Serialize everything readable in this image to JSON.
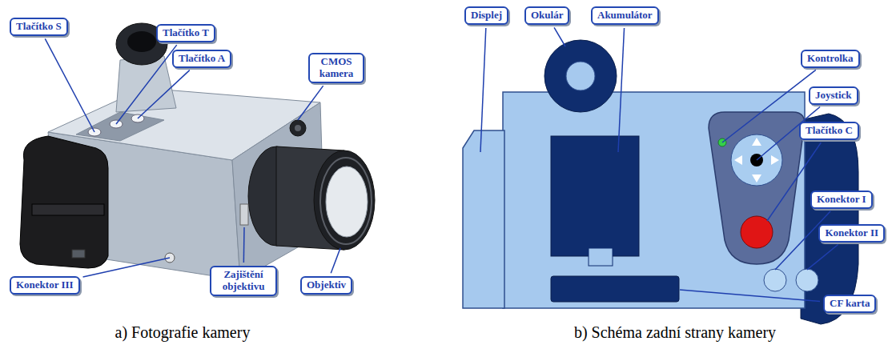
{
  "diagram": {
    "nodes": [
      {
        "text": [
          "Tlačítko S"
        ]
      },
      {
        "text": [
          "Tlačítko T"
        ]
      },
      {
        "text": [
          "Tlačítko A"
        ]
      },
      {
        "text": [
          "CMOS kamera"
        ]
      },
      {
        "text": [
          "Konektor III"
        ]
      },
      {
        "text": [
          "Zajištění objektivu"
        ]
      },
      {
        "text": [
          "Objektiv"
        ]
      },
      {
        "text": [
          "Displej"
        ]
      },
      {
        "text": [
          "Okulár"
        ]
      },
      {
        "text": [
          "Akumulátor"
        ]
      },
      {
        "text": [
          "Kontrolka"
        ]
      },
      {
        "text": [
          "Joystick"
        ]
      },
      {
        "text": [
          "Tlačítko C"
        ]
      },
      {
        "text": [
          "Konektor I"
        ]
      },
      {
        "text": [
          "Konektor II"
        ]
      },
      {
        "text": [
          "CF karta"
        ]
      }
    ],
    "labels": [
      "a) Fotografie kamery",
      "b) Schéma zadní strany kamery"
    ]
  }
}
